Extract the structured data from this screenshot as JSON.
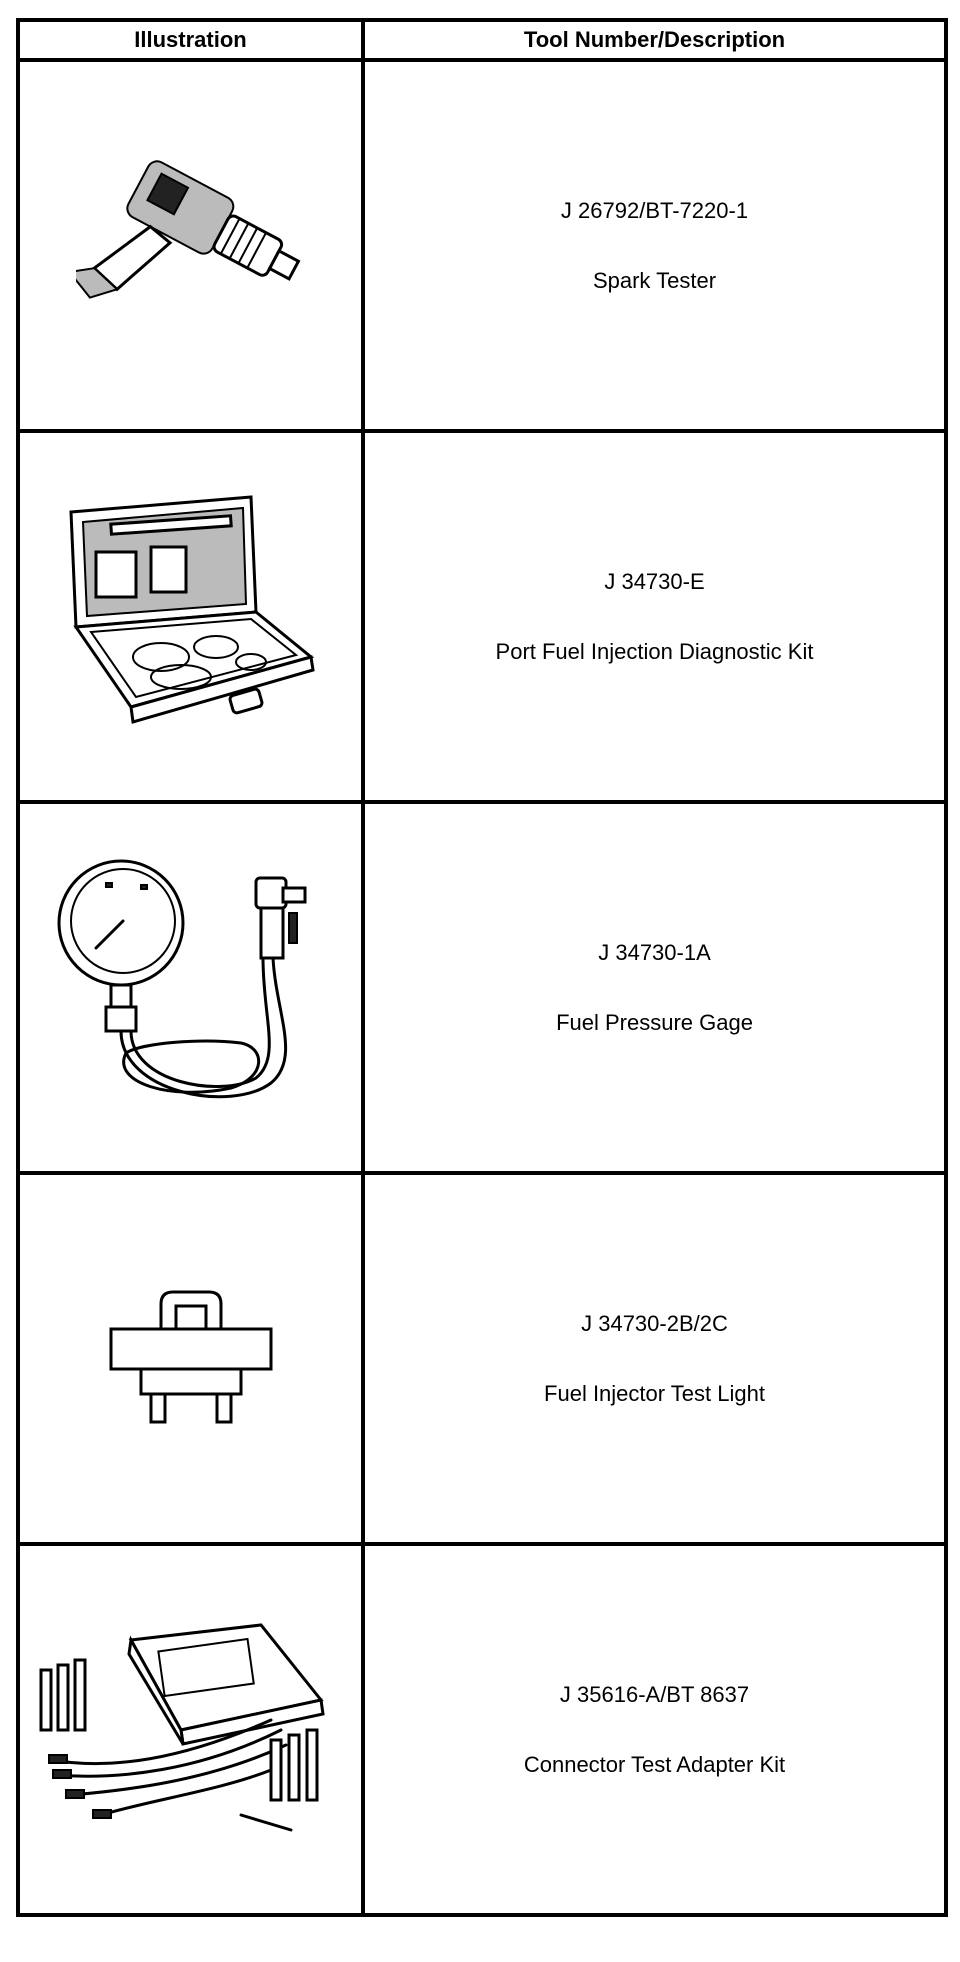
{
  "table": {
    "headers": {
      "illustration": "Illustration",
      "description": "Tool Number/Description"
    },
    "rows": [
      {
        "number": "J 26792/BT-7220-1",
        "name": "Spark Tester",
        "icon": "spark-tester-illustration"
      },
      {
        "number": "J 34730-E",
        "name": "Port Fuel Injection Diagnostic Kit",
        "icon": "diagnostic-kit-case-illustration"
      },
      {
        "number": "J 34730-1A",
        "name": "Fuel Pressure Gage",
        "icon": "fuel-pressure-gage-illustration"
      },
      {
        "number": "J 34730-2B/2C",
        "name": "Fuel Injector Test Light",
        "icon": "injector-test-light-illustration"
      },
      {
        "number": "J 35616-A/BT 8637",
        "name": "Connector Test Adapter Kit",
        "icon": "adapter-kit-illustration"
      }
    ]
  }
}
